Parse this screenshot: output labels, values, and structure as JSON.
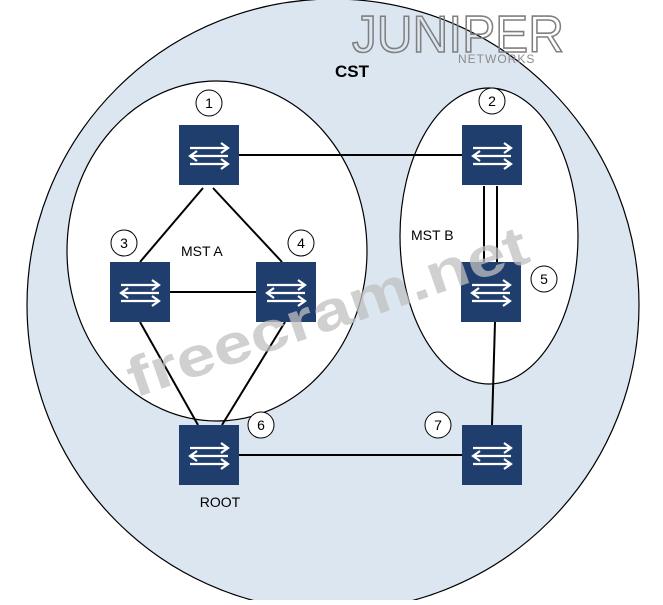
{
  "logo": {
    "brand": "JUNIPER",
    "sub": "NETWORKS"
  },
  "watermark": "freecram.net",
  "regions": {
    "cst": "CST",
    "mst_a": "MST A",
    "mst_b": "MST B"
  },
  "switches": [
    {
      "id": "1",
      "label": "1"
    },
    {
      "id": "2",
      "label": "2"
    },
    {
      "id": "3",
      "label": "3"
    },
    {
      "id": "4",
      "label": "4"
    },
    {
      "id": "5",
      "label": "5"
    },
    {
      "id": "6",
      "label": "6",
      "caption": "ROOT"
    },
    {
      "id": "7",
      "label": "7"
    }
  ],
  "links": [
    [
      "1",
      "2"
    ],
    [
      "1",
      "3"
    ],
    [
      "1",
      "4"
    ],
    [
      "3",
      "4"
    ],
    [
      "2",
      "5"
    ],
    [
      "2",
      "5"
    ],
    [
      "3",
      "6"
    ],
    [
      "4",
      "6"
    ],
    [
      "5",
      "7"
    ],
    [
      "6",
      "7"
    ]
  ],
  "colors": {
    "cst_fill": "#dce6f1",
    "region_fill": "#ffffff",
    "switch_fill": "#1f3e6e",
    "outline": "#000000",
    "logo": "#7f7f7f",
    "watermark": "#c0c0c0"
  }
}
